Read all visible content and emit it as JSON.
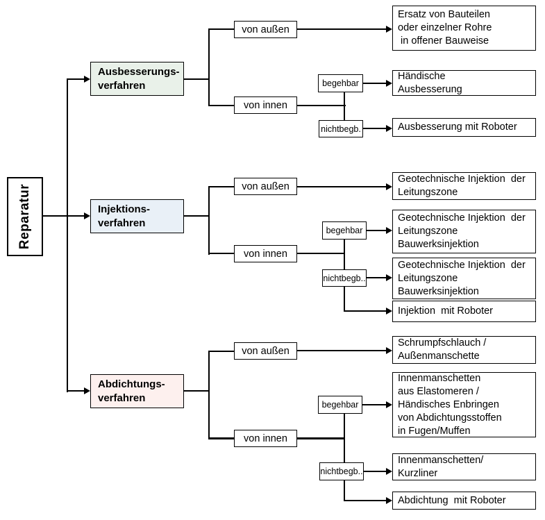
{
  "diagram": {
    "root_label": "Reparatur",
    "colors": {
      "ausbesserung_bg": "#e9f1e9",
      "injektion_bg": "#e9f0f7",
      "abdichtung_bg": "#fdf0ee",
      "line": "#000000",
      "box_border": "#000000"
    },
    "branches": [
      {
        "category_label": "Ausbesserungs-\nverfahren",
        "outer_label": "von außen",
        "inner_label": "von innen",
        "walkable_label": "begehbar",
        "not_walkable_label": "nichtbegb.",
        "outer_result": "Ersatz von Bauteilen\noder einzelner Rohre\n in offener Bauweise",
        "walkable_result": "Händische\nAusbesserung",
        "not_walkable_result": "Ausbesserung mit Roboter"
      },
      {
        "category_label": "Injektions-\nverfahren",
        "outer_label": "von außen",
        "inner_label": "von innen",
        "walkable_label": "begehbar",
        "not_walkable_label": "nichtbegb..",
        "outer_result": "Geotechnische Injektion  der\nLeitungszone",
        "walkable_result": "Geotechnische Injektion  der\nLeitungszone\nBauwerksinjektion",
        "not_walkable_result": "Geotechnische Injektion  der\nLeitungszone\nBauwerksinjektion",
        "robot_result": "Injektion  mit Roboter"
      },
      {
        "category_label": "Abdichtungs-\nverfahren",
        "outer_label": "von außen",
        "inner_label": "von innen",
        "walkable_label": "begehbar",
        "not_walkable_label": "nichtbegb..",
        "outer_result": "Schrumpfschlauch /\nAußenmanschette",
        "walkable_result": "Innenmanschetten\naus Elastomeren /\nHändisches Enbringen\nvon Abdichtungsstoffen\nin Fugen/Muffen",
        "not_walkable_result": "Innenmanschetten/\nKurzliner",
        "robot_result": "Abdichtung  mit Roboter"
      }
    ]
  }
}
